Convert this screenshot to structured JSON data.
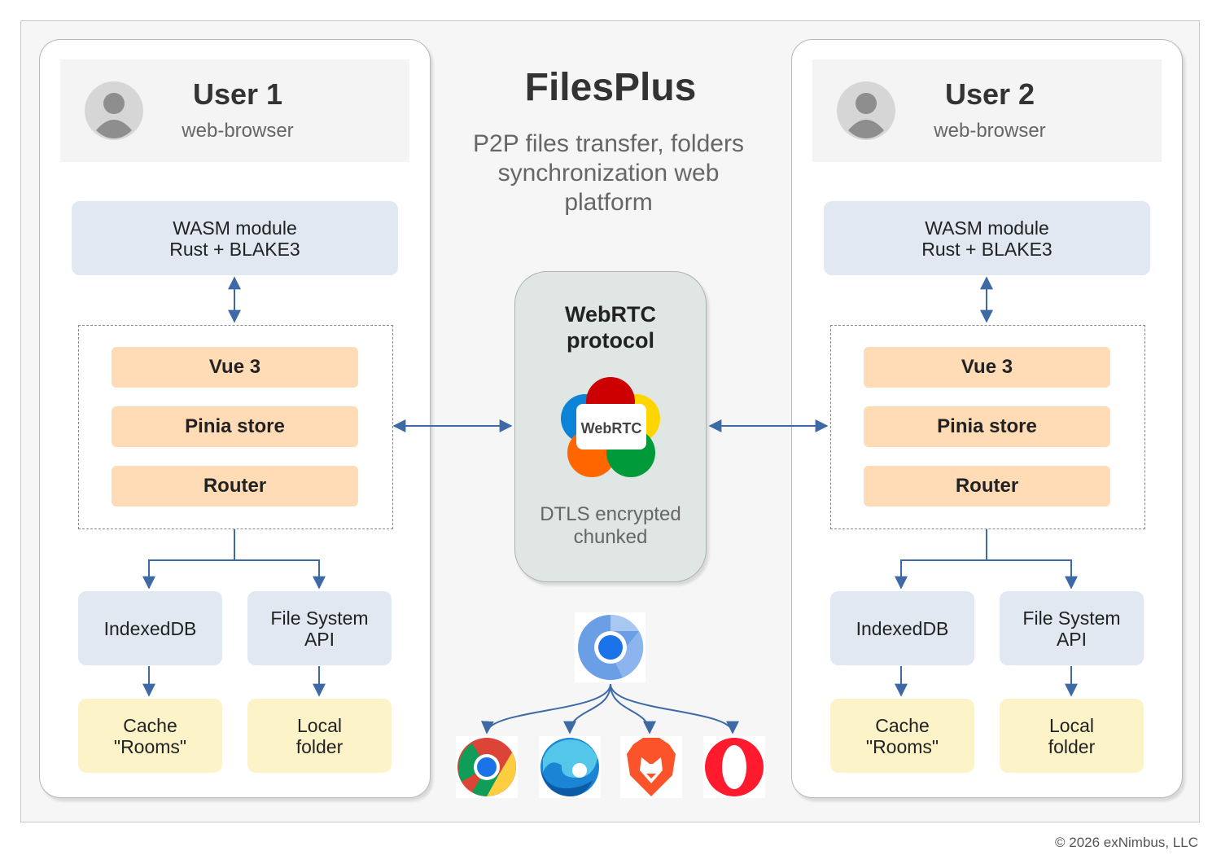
{
  "app": {
    "title": "FilesPlus",
    "subtitle_lines": [
      "P2P files transfer, folders",
      "synchronization web",
      "platform"
    ]
  },
  "users": [
    {
      "name": "User 1",
      "client": "web-browser",
      "wasm": {
        "line1": "WASM module",
        "line2": "Rust + BLAKE3"
      },
      "frameworks": [
        "Vue 3",
        "Pinia store",
        "Router"
      ],
      "storage": [
        {
          "line1": "IndexedDB",
          "line2": ""
        },
        {
          "line1": "File System",
          "line2": "API"
        }
      ],
      "targets": [
        {
          "line1": "Cache",
          "line2": "\"Rooms\""
        },
        {
          "line1": "Local",
          "line2": "folder"
        }
      ]
    },
    {
      "name": "User 2",
      "client": "web-browser",
      "wasm": {
        "line1": "WASM module",
        "line2": "Rust + BLAKE3"
      },
      "frameworks": [
        "Vue 3",
        "Pinia store",
        "Router"
      ],
      "storage": [
        {
          "line1": "IndexedDB",
          "line2": ""
        },
        {
          "line1": "File System",
          "line2": "API"
        }
      ],
      "targets": [
        {
          "line1": "Cache",
          "line2": "\"Rooms\""
        },
        {
          "line1": "Local",
          "line2": "folder"
        }
      ]
    }
  ],
  "protocol": {
    "title_line1": "WebRTC",
    "title_line2": "protocol",
    "logo_text": "WebRTC",
    "note_line1": "DTLS encrypted",
    "note_line2": "chunked"
  },
  "browsers": {
    "engine_icon": "chromium-icon",
    "icons": [
      "chrome-icon",
      "edge-icon",
      "brave-icon",
      "opera-icon"
    ]
  },
  "footer": {
    "copyright": "© 2026 exNimbus, LLC"
  },
  "colors": {
    "arrow": "#3d6aa5",
    "wasm_box": "#e1e8f1",
    "framework_box": "#ffdcb5",
    "target_box": "#fdf3c9",
    "protocol_box": "#dfe6e4"
  }
}
